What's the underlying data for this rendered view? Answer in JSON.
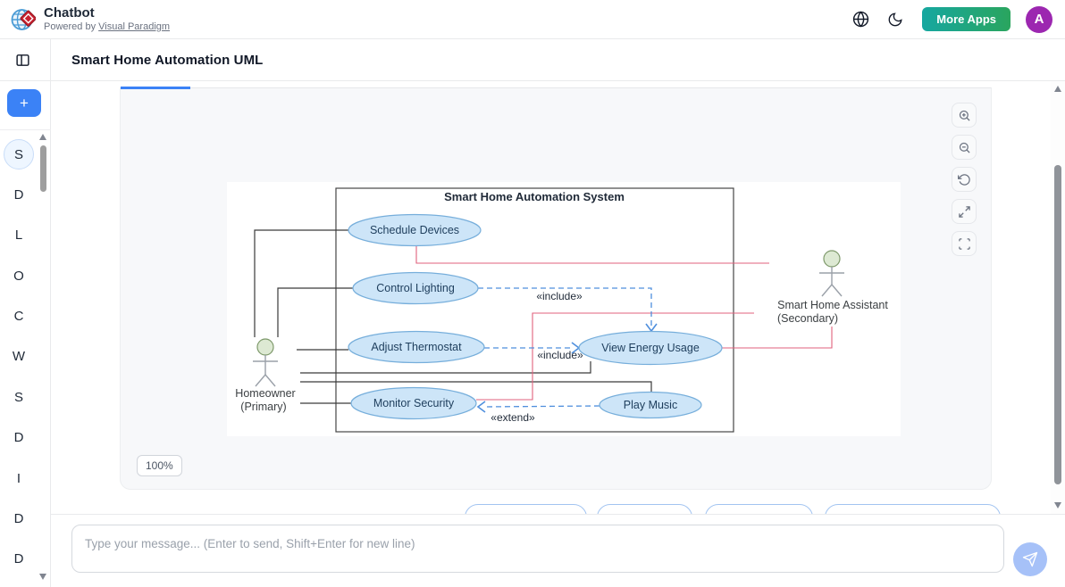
{
  "header": {
    "app_title": "Chatbot",
    "powered_by": "Powered by",
    "powered_by_link": "Visual Paradigm",
    "more_apps_label": "More Apps",
    "avatar_letter": "A",
    "icons": [
      "globe-icon",
      "moon-icon"
    ]
  },
  "toolbar": {
    "page_title": "Smart Home Automation UML"
  },
  "sidebar": {
    "add_button_label": "+",
    "items": [
      {
        "label": "S",
        "active": true
      },
      {
        "label": "D",
        "active": false
      },
      {
        "label": "L",
        "active": false
      },
      {
        "label": "O",
        "active": false
      },
      {
        "label": "C",
        "active": false
      },
      {
        "label": "W",
        "active": false
      },
      {
        "label": "S",
        "active": false
      },
      {
        "label": "D",
        "active": false
      },
      {
        "label": "I",
        "active": false
      },
      {
        "label": "D",
        "active": false
      },
      {
        "label": "D",
        "active": false
      }
    ]
  },
  "canvas": {
    "zoom_badge": "100%",
    "controls": [
      {
        "name": "zoom-in"
      },
      {
        "name": "zoom-out"
      },
      {
        "name": "reset-view"
      },
      {
        "name": "expand"
      },
      {
        "name": "fullscreen"
      }
    ]
  },
  "diagram": {
    "system_title": "Smart Home Automation System",
    "actors": [
      {
        "name": "Homeowner",
        "role": "(Primary)"
      },
      {
        "name": "Smart Home Assistant",
        "role": "(Secondary)"
      }
    ],
    "use_cases": [
      "Schedule Devices",
      "Control Lighting",
      "Adjust Thermostat",
      "Monitor Security",
      "View Energy Usage",
      "Play Music"
    ],
    "relationships": [
      {
        "type": "include",
        "label": "«include»",
        "from": "Control Lighting",
        "to": "View Energy Usage"
      },
      {
        "type": "include",
        "label": "«include»",
        "from": "Adjust Thermostat",
        "to": "View Energy Usage"
      },
      {
        "type": "extend",
        "label": "«extend»",
        "from": "Play Music",
        "to": "Monitor Security"
      }
    ],
    "colors": {
      "use_case_fill": "#cde5f8",
      "use_case_border": "#76aedb",
      "association_black": "#3a3a3a",
      "dependency_blue": "#4f8fdd",
      "relation_red": "#e0617c",
      "actor_head_fill": "#dde9d3"
    }
  },
  "composer": {
    "placeholder": "Type your message... (Enter to send, Shift+Enter for new line)",
    "send_icon": "paper-plane"
  },
  "theme": {
    "accent_blue": "#3b82f6",
    "more_apps_gradient_start": "#16a7a0",
    "more_apps_gradient_end": "#2aa55e",
    "avatar_purple": "#9c27b0"
  }
}
